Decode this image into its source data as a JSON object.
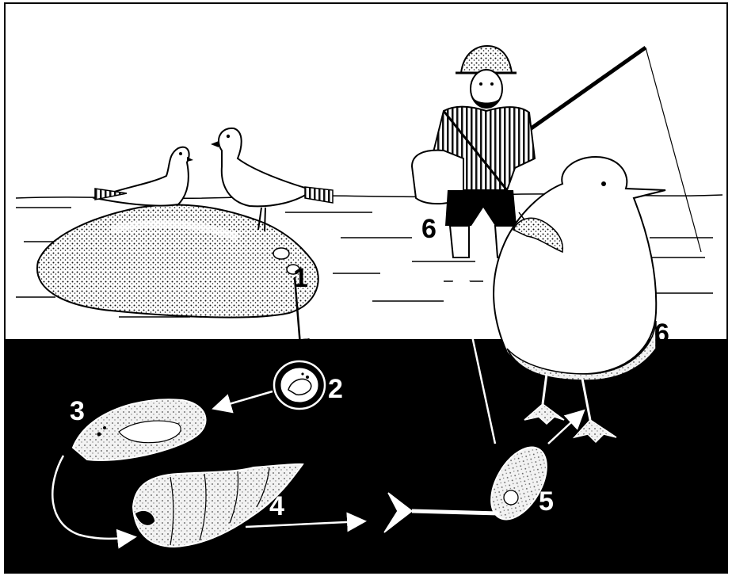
{
  "colors": {
    "background": "#ffffff",
    "water": "#000000",
    "ink": "#000000",
    "outline": "#ffffff",
    "stipple": "#bdbdbd"
  },
  "stages": [
    {
      "label": "1",
      "subject": "egg-on-rock"
    },
    {
      "label": "2",
      "subject": "egg-capsule"
    },
    {
      "label": "3",
      "subject": "ciliated-larva"
    },
    {
      "label": "4",
      "subject": "snail-host"
    },
    {
      "label": "5",
      "subject": "cercaria"
    },
    {
      "label": "6",
      "subject": "fisherman-host"
    },
    {
      "label": "6",
      "subject": "gull-host"
    }
  ],
  "icons": {
    "birds": "pigeon-icon",
    "rock": "rock-icon",
    "fisherman": "fisherman-icon",
    "gull": "gull-icon",
    "snail": "snail-icon"
  }
}
